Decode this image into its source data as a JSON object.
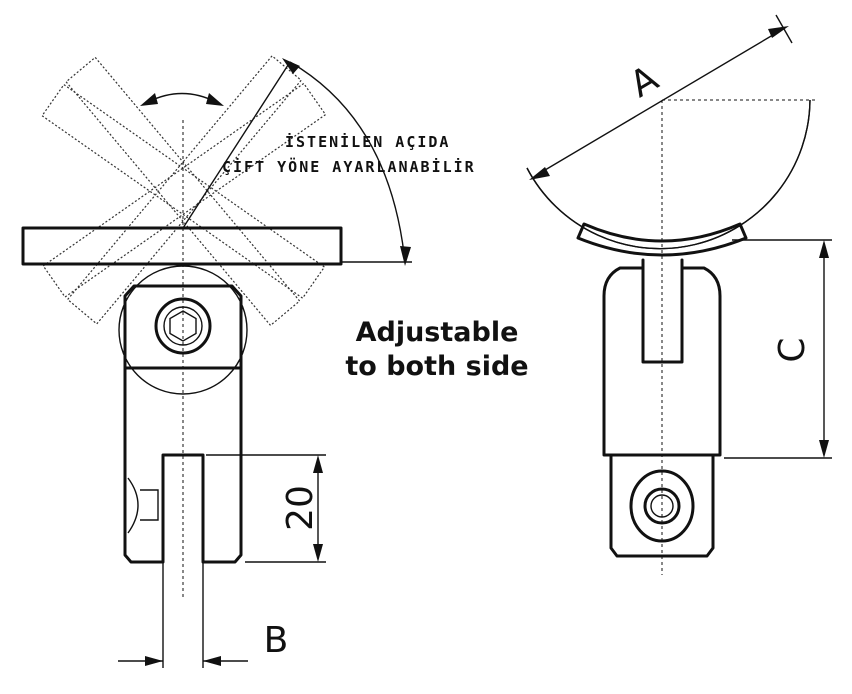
{
  "annotation": {
    "line1": "İSTENİLEN AÇIDA",
    "line2": "ÇİFT YÖNE AYARLANABİLİR"
  },
  "caption": {
    "line1": "Adjustable",
    "line2": "to both side"
  },
  "dimensions": {
    "a": "A",
    "b": "B",
    "c": "C",
    "slot_depth": "20"
  }
}
